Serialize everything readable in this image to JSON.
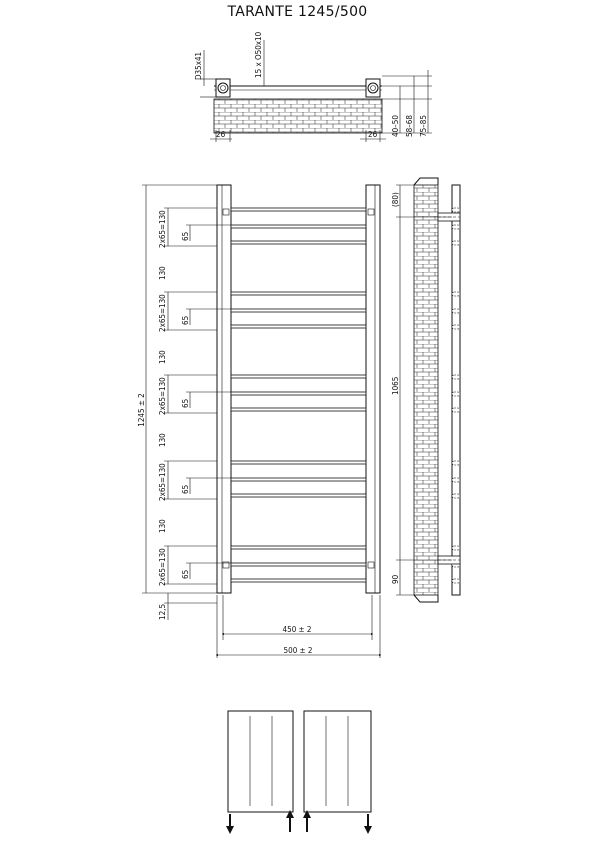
{
  "title": "TARANTE 1245/500",
  "top_view": {
    "collector_label": "D35x41",
    "pipes_label": "15 x O50x10",
    "left_width_label": "26",
    "right_width_label": "26",
    "depth_labels": [
      "40–50",
      "58–68",
      "75–85"
    ]
  },
  "front_view": {
    "height_label": "1245 ± 2",
    "group_pitch_label": "2x65=130",
    "tube_pitch_label": "65",
    "gap_label": "130",
    "bottom_offset_label": "12,5",
    "inner_width_label": "450 ± 2",
    "outer_width_label": "500 ± 2"
  },
  "side_view": {
    "top_offset_label": "(80)",
    "bracket_span_label": "1065",
    "bottom_offset_label": "90"
  },
  "connections": [
    {
      "name": "left-variant",
      "flow": [
        "down",
        "up"
      ]
    },
    {
      "name": "right-variant",
      "flow": [
        "up",
        "down"
      ]
    }
  ]
}
